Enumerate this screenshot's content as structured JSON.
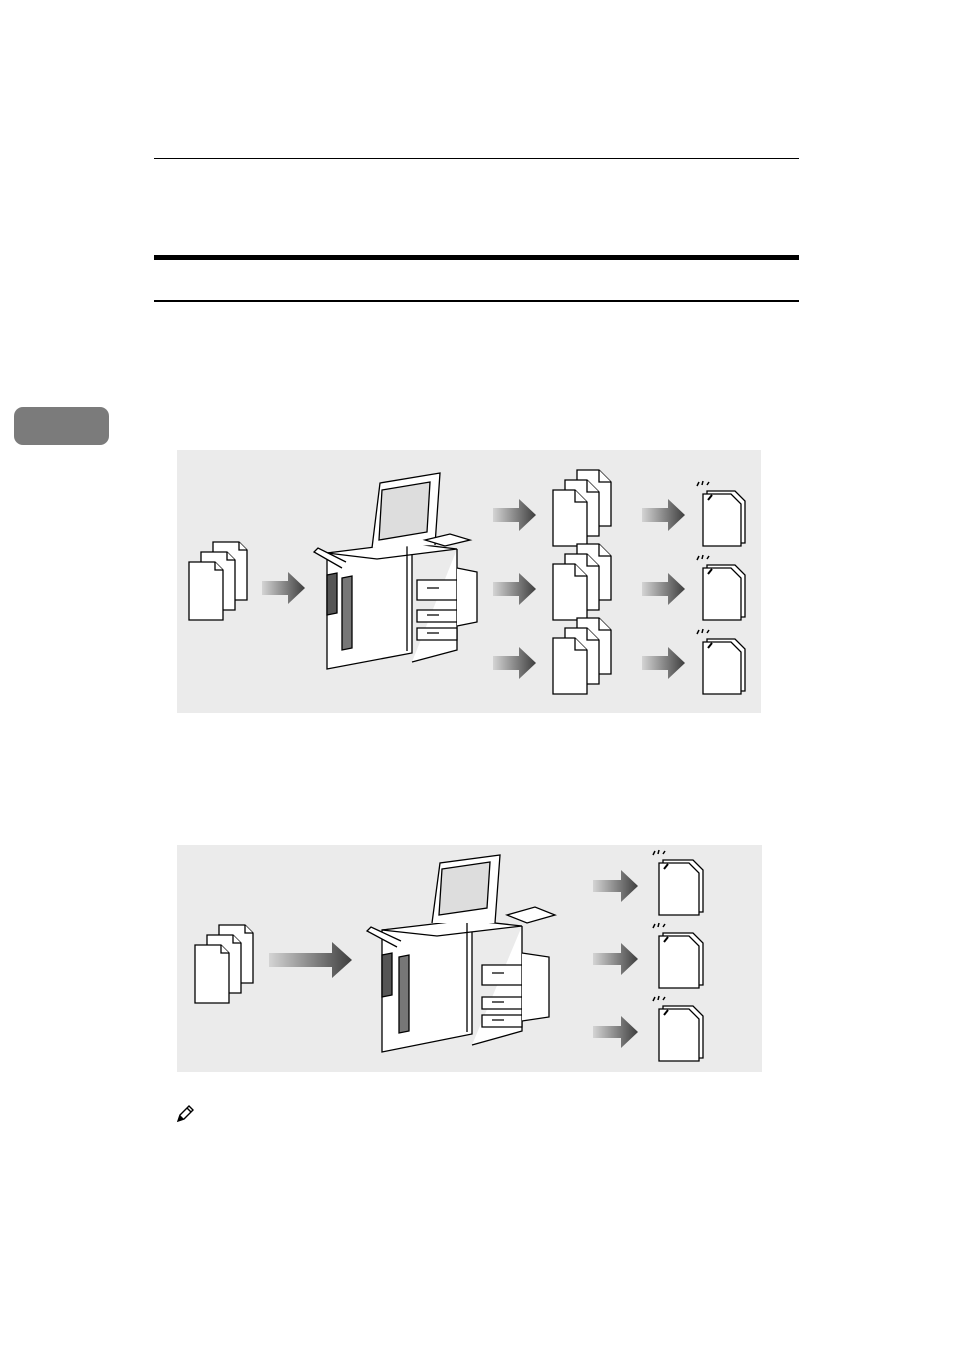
{
  "page": {
    "chapter_tab_color": "#7b7b7b",
    "panel_background": "#ebebeb"
  },
  "figures": [
    {
      "name": "sort-diagram",
      "icons": [
        "original-stack-icon",
        "arrow-icon",
        "copier-icon",
        "copy-set-icon",
        "stapled-sheet-icon"
      ],
      "output_rows": 3
    },
    {
      "name": "stack-diagram",
      "icons": [
        "original-stack-icon",
        "arrow-icon",
        "copier-icon",
        "stapled-sheet-icon"
      ],
      "output_rows": 3
    }
  ],
  "note": {
    "icon": "pencil-icon"
  }
}
